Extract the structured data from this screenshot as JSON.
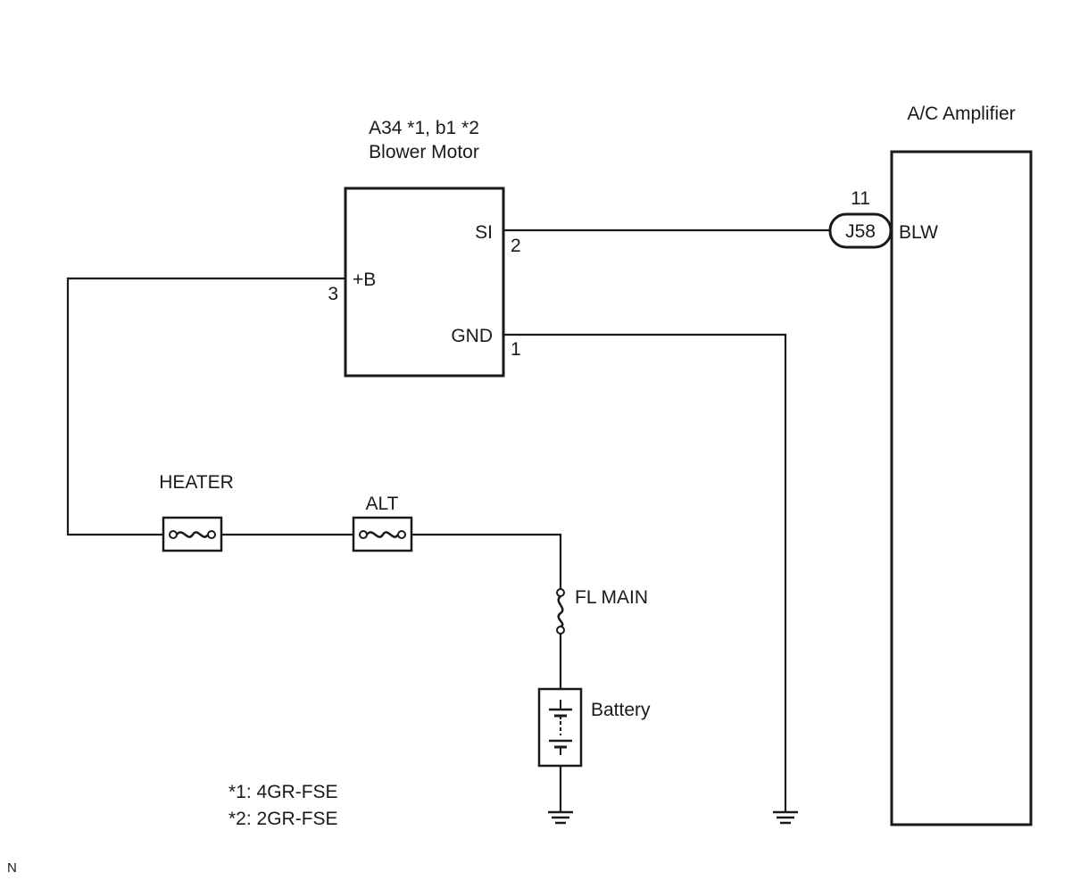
{
  "blower_motor": {
    "code": "A34 *1, b1 *2",
    "name": "Blower Motor",
    "pins": {
      "si": {
        "label": "SI",
        "number": "2"
      },
      "b": {
        "label": "+B",
        "number": "3"
      },
      "gnd": {
        "label": "GND",
        "number": "1"
      }
    }
  },
  "ac_amplifier": {
    "name": "A/C Amplifier",
    "connector": "J58",
    "pin_number": "11",
    "pin_label": "BLW"
  },
  "fuses": {
    "heater": "HEATER",
    "alt": "ALT",
    "fl_main": "FL MAIN"
  },
  "battery": "Battery",
  "notes": [
    "*1: 4GR-FSE",
    "*2: 2GR-FSE"
  ],
  "corner_mark": "N"
}
